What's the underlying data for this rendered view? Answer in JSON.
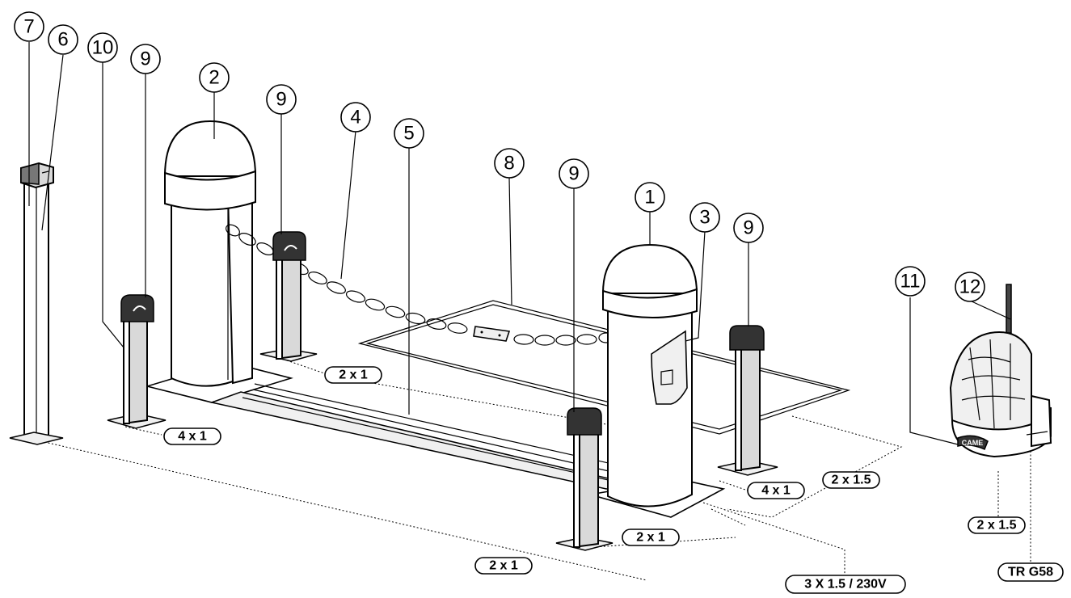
{
  "markers": [
    {
      "id": "m7",
      "text": "7"
    },
    {
      "id": "m6",
      "text": "6"
    },
    {
      "id": "m10",
      "text": "10"
    },
    {
      "id": "m9a",
      "text": "9"
    },
    {
      "id": "m2",
      "text": "2"
    },
    {
      "id": "m9b",
      "text": "9"
    },
    {
      "id": "m4",
      "text": "4"
    },
    {
      "id": "m5",
      "text": "5"
    },
    {
      "id": "m8",
      "text": "8"
    },
    {
      "id": "m9c",
      "text": "9"
    },
    {
      "id": "m1",
      "text": "1"
    },
    {
      "id": "m3",
      "text": "3"
    },
    {
      "id": "m9d",
      "text": "9"
    },
    {
      "id": "m11",
      "text": "11"
    },
    {
      "id": "m12",
      "text": "12"
    }
  ],
  "cables": [
    {
      "id": "c1",
      "text": "2 x 1"
    },
    {
      "id": "c2",
      "text": "4 x 1"
    },
    {
      "id": "c3",
      "text": "4 x 1"
    },
    {
      "id": "c4",
      "text": "2 x 1.5"
    },
    {
      "id": "c5",
      "text": "2 x 1"
    },
    {
      "id": "c6",
      "text": "2 x 1"
    },
    {
      "id": "c7",
      "text": "3 X 1.5 / 230V"
    },
    {
      "id": "c8",
      "text": "2 x 1.5"
    },
    {
      "id": "c9",
      "text": "TR G58"
    }
  ],
  "brand": "CAME"
}
